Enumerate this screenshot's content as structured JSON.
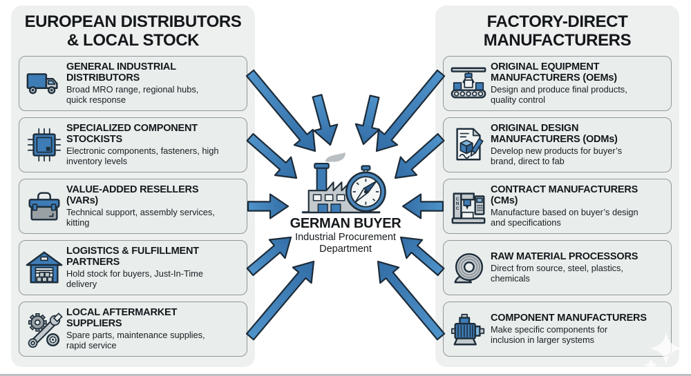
{
  "colors": {
    "accent_blue": "#3e7cb6",
    "arrow_fill_start": "#4f93ca",
    "arrow_fill_end": "#336da6",
    "arrow_stroke": "#1c2b38",
    "outline": "#1d2d3a",
    "panel_bg": "#eef0ef",
    "box_bg": "#e9edec",
    "box_border": "#8f989c",
    "text": "#14181b"
  },
  "left_panel": {
    "title_line1": "EUROPEAN DISTRIBUTORS",
    "title_line2": "& LOCAL STOCK",
    "items": [
      {
        "icon": "truck-icon",
        "title": "GENERAL INDUSTRIAL DISTRIBUTORS",
        "description": "Broad MRO range, regional hubs, quick response"
      },
      {
        "icon": "microchip-icon",
        "title": "SPECIALIZED COMPONENT STOCKISTS",
        "description": "Electronic components, fasteners, high inventory levels"
      },
      {
        "icon": "toolbox-icon",
        "title": "VALUE-ADDED RESELLERS (VARs)",
        "description": "Technical support, assembly services, kitting"
      },
      {
        "icon": "warehouse-icon",
        "title": "LOGISTICS & FULFILLMENT PARTNERS",
        "description": "Hold stock for buyers, Just-In-Time delivery"
      },
      {
        "icon": "gear-wrench-icon",
        "title": "LOCAL AFTERMARKET SUPPLIERS",
        "description": "Spare parts, maintenance supplies, rapid service"
      }
    ]
  },
  "right_panel": {
    "title_line1": "FACTORY-DIRECT",
    "title_line2": "MANUFACTURERS",
    "items": [
      {
        "icon": "assembly-line-icon",
        "title": "ORIGINAL EQUIPMENT MANUFACTURERS (OEMs)",
        "description": "Design and produce final products, quality control"
      },
      {
        "icon": "design-document-icon",
        "title": "ORIGINAL DESIGN MANUFACTURERS (ODMs)",
        "description": "Develop new products for buyer’s brand, direct to fab"
      },
      {
        "icon": "cnc-machine-icon",
        "title": "CONTRACT MANUFACTURERS (CMs)",
        "description": "Manufacture based on buyer’s design and specifications"
      },
      {
        "icon": "steel-coil-icon",
        "title": "RAW MATERIAL PROCESSORS",
        "description": "Direct from source, steel, plastics, chemicals"
      },
      {
        "icon": "electric-motor-icon",
        "title": "COMPONENT MANUFACTURERS",
        "description": "Make specific components for inclusion in larger systems"
      }
    ]
  },
  "center": {
    "icon": "factory-compass-icon",
    "title": "GERMAN BUYER",
    "subtitle_line1": "Industrial Procurement",
    "subtitle_line2": "Department"
  }
}
